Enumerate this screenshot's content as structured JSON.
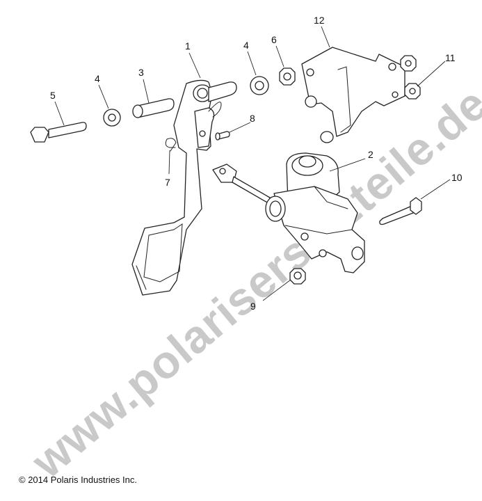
{
  "watermark": "www.polarisersatzteile.de",
  "copyright": "© 2014 Polaris Industries Inc.",
  "callouts": {
    "c1": "1",
    "c2": "2",
    "c3": "3",
    "c4a": "4",
    "c4b": "4",
    "c5": "5",
    "c6": "6",
    "c7": "7",
    "c8": "8",
    "c9": "9",
    "c10": "10",
    "c11": "11",
    "c12": "12"
  }
}
